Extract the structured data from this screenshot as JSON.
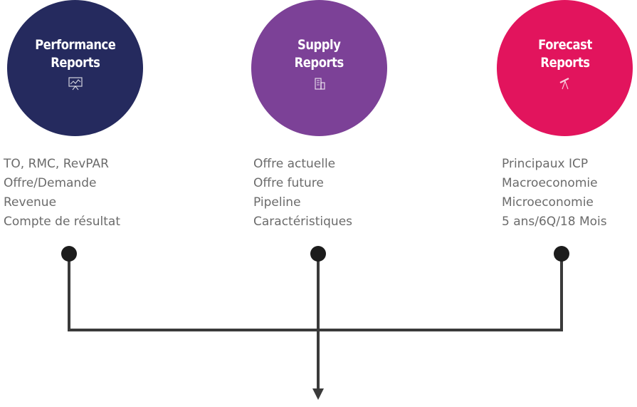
{
  "reports": [
    {
      "id": "performance",
      "title_line1": "Performance",
      "title_line2": "Reports",
      "color": "#252a5e",
      "icon": "presentation-chart-icon",
      "items": [
        "TO, RMC, RevPAR",
        "Offre/Demande",
        "Revenue",
        "Compte de résultat"
      ]
    },
    {
      "id": "supply",
      "title_line1": "Supply",
      "title_line2": "Reports",
      "color": "#7c4197",
      "icon": "building-icon",
      "items": [
        "Offre actuelle",
        "Offre future",
        "Pipeline",
        "Caractéristiques"
      ]
    },
    {
      "id": "forecast",
      "title_line1": "Forecast",
      "title_line2": "Reports",
      "color": "#e2145d",
      "icon": "telescope-icon",
      "items": [
        "Principaux ICP",
        "Macroeconomie",
        "Microeconomie",
        "5 ans/6Q/18 Mois"
      ]
    }
  ],
  "connector_color": "#3a3a3a"
}
